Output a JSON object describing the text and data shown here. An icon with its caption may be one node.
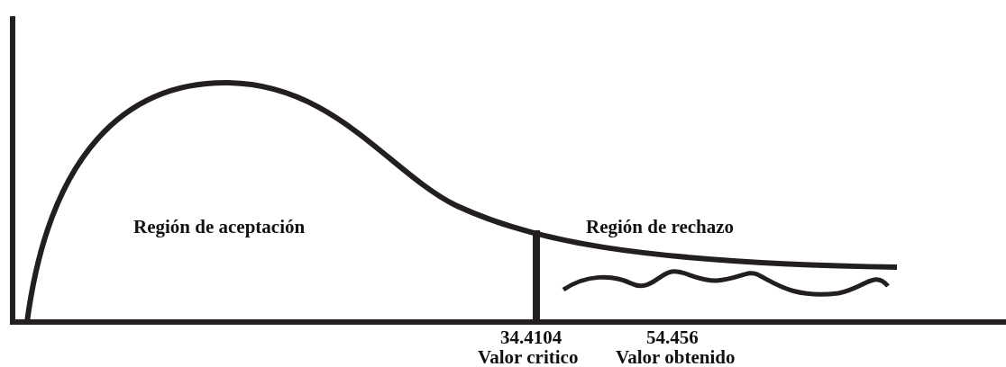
{
  "diagram": {
    "labels": [
      "Región de aceptación",
      "Región de rechazo",
      "34.4104",
      "54.456",
      "Valor critico",
      "Valor obtenido"
    ]
  }
}
